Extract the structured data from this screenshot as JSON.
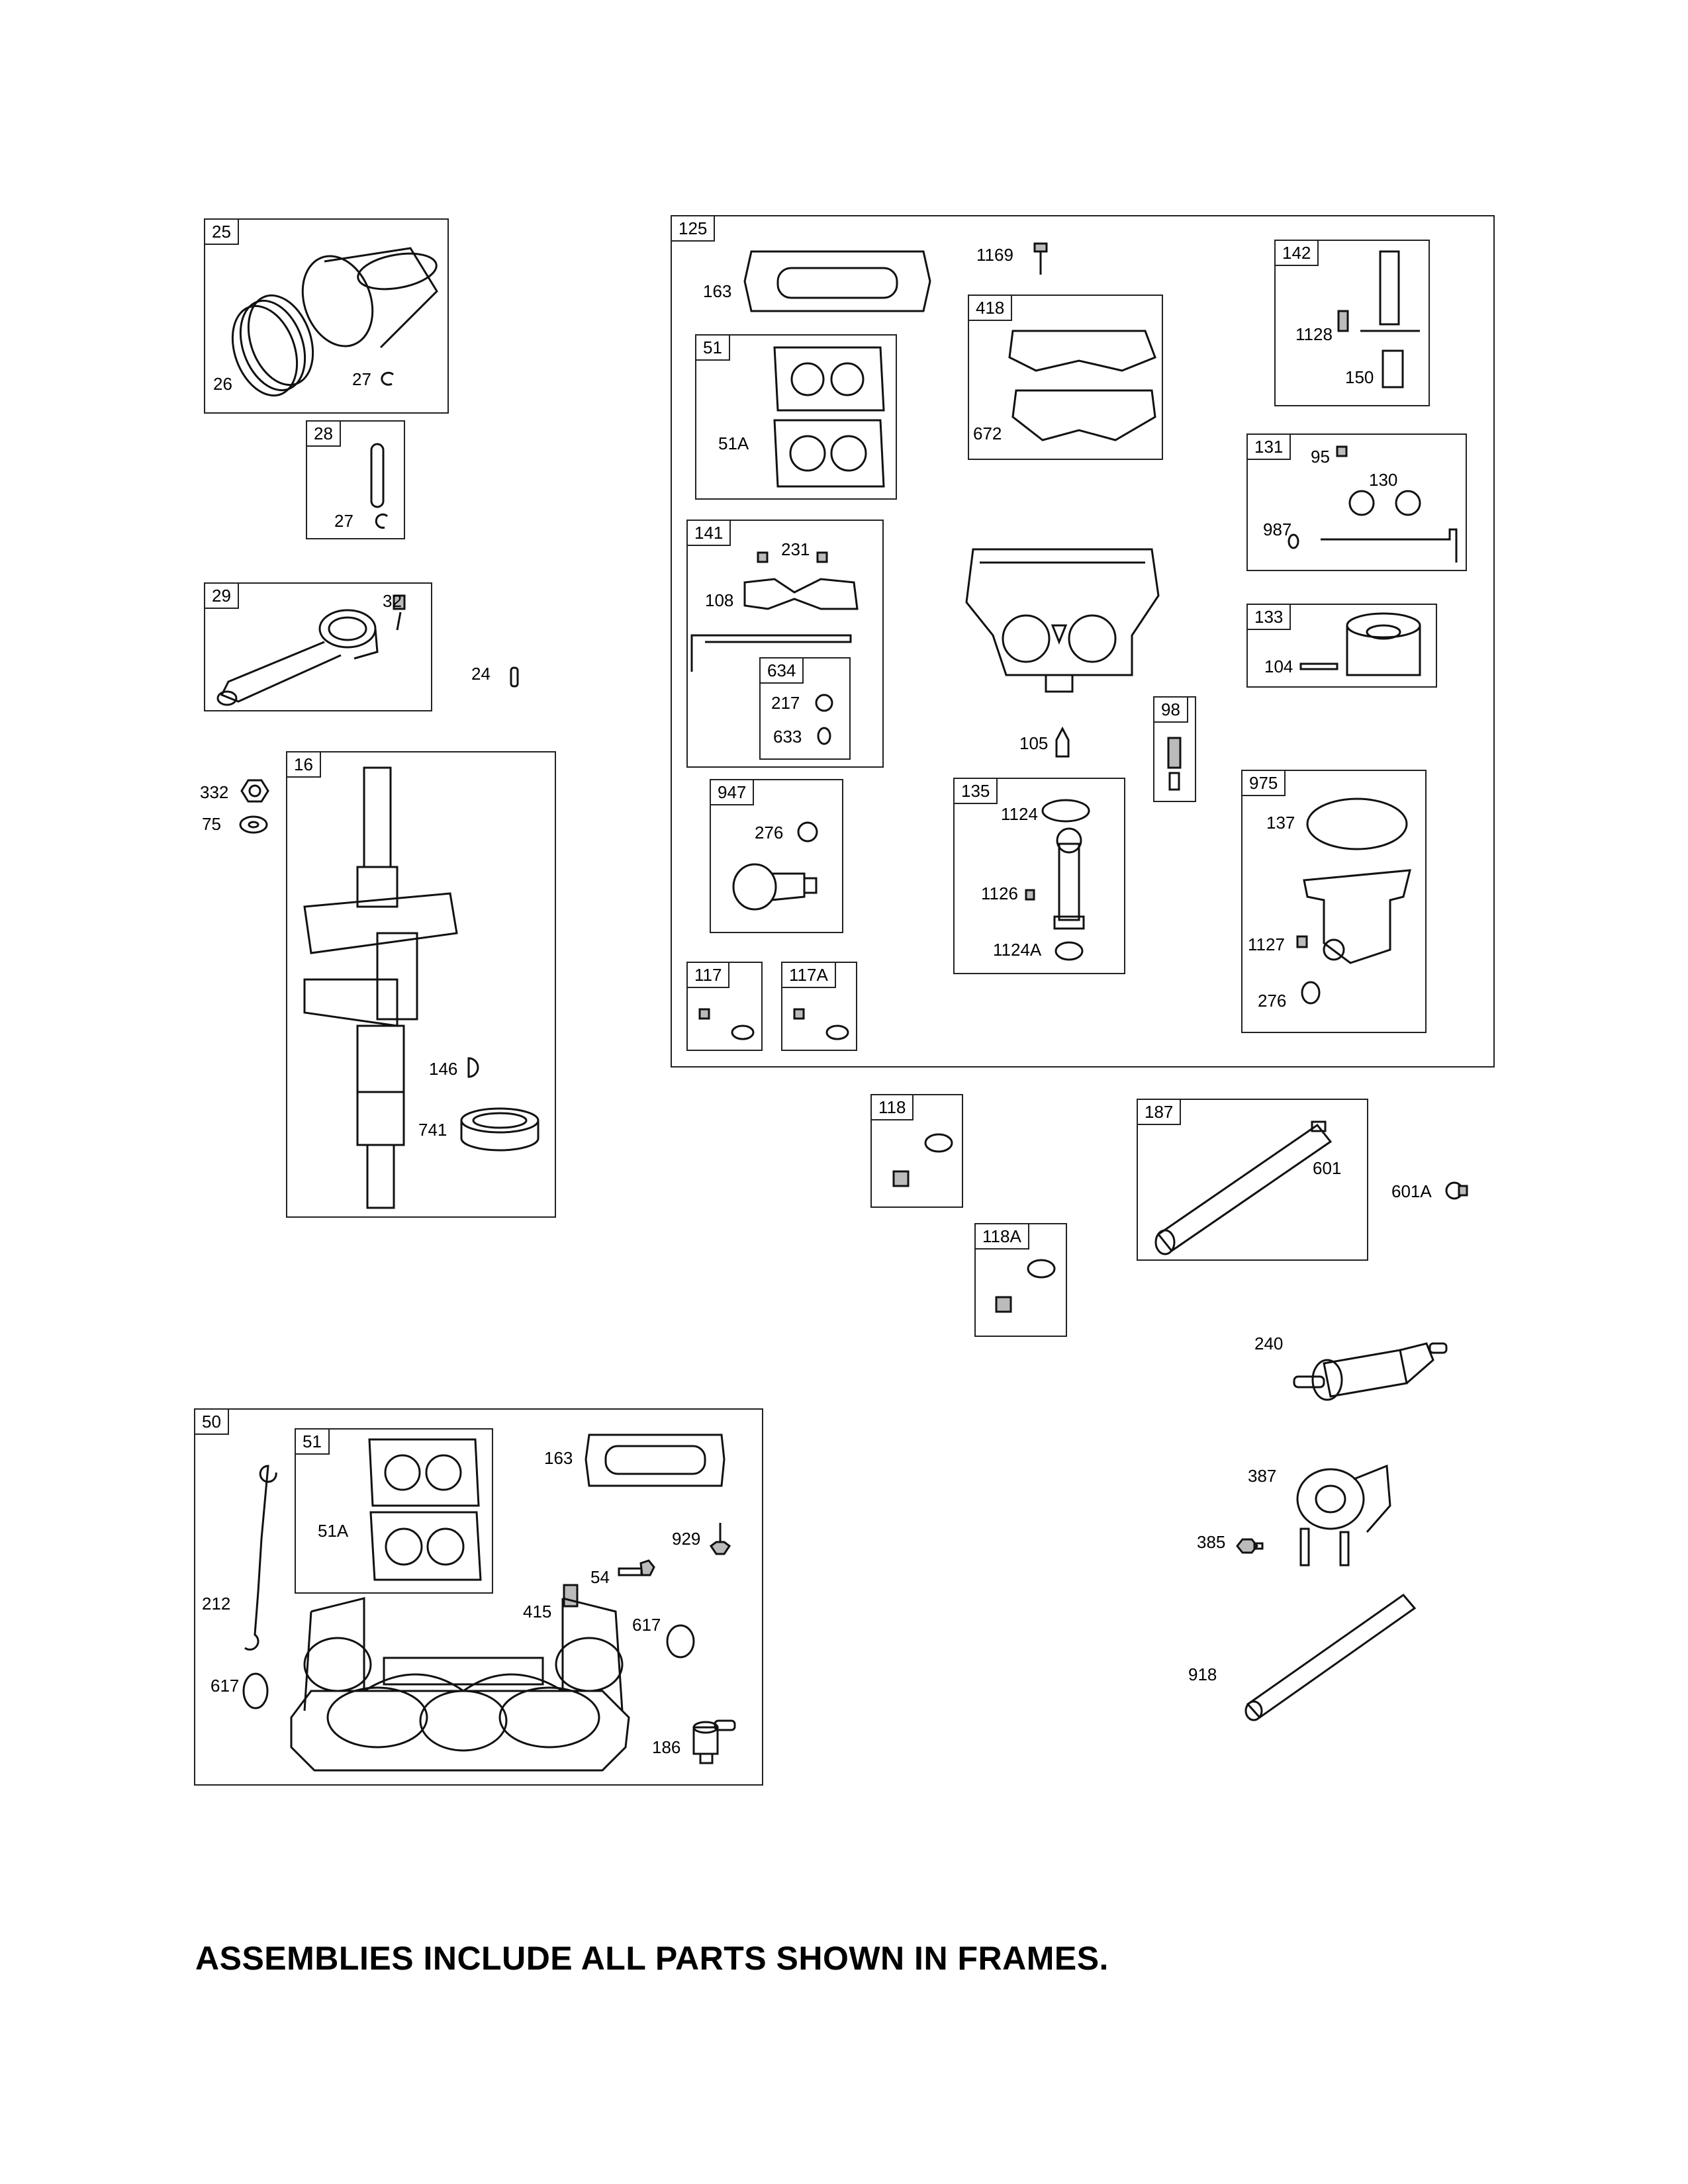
{
  "frames": {
    "f25": "25",
    "f28": "28",
    "f29": "29",
    "f16": "16",
    "f125": "125",
    "f51a": "51",
    "f141": "141",
    "f634": "634",
    "f947": "947",
    "f117": "117",
    "f117a": "117A",
    "f418": "418",
    "f135": "135",
    "f98": "98",
    "f142": "142",
    "f131": "131",
    "f133": "133",
    "f975": "975",
    "f118": "118",
    "f118a": "118A",
    "f187": "187",
    "f50": "50",
    "f51b": "51"
  },
  "labels": {
    "p26": "26",
    "p27a": "27",
    "p27b": "27",
    "p32": "32",
    "p24": "24",
    "p332": "332",
    "p75": "75",
    "p146": "146",
    "p741": "741",
    "p163a": "163",
    "p51A_a": "51A",
    "p231": "231",
    "p108": "108",
    "p217": "217",
    "p633": "633",
    "p276a": "276",
    "p1169": "1169",
    "p672": "672",
    "p105": "105",
    "p1124": "1124",
    "p1126": "1126",
    "p1124A": "1124A",
    "p1128": "1128",
    "p150": "150",
    "p95": "95",
    "p130": "130",
    "p987": "987",
    "p104": "104",
    "p137": "137",
    "p1127": "1127",
    "p276b": "276",
    "p601": "601",
    "p601A": "601A",
    "p240": "240",
    "p387": "387",
    "p385": "385",
    "p918": "918",
    "p163b": "163",
    "p51A_b": "51A",
    "p929": "929",
    "p54": "54",
    "p415": "415",
    "p617a": "617",
    "p617b": "617",
    "p212": "212",
    "p186": "186"
  },
  "footer": "ASSEMBLIES INCLUDE ALL PARTS SHOWN IN FRAMES."
}
